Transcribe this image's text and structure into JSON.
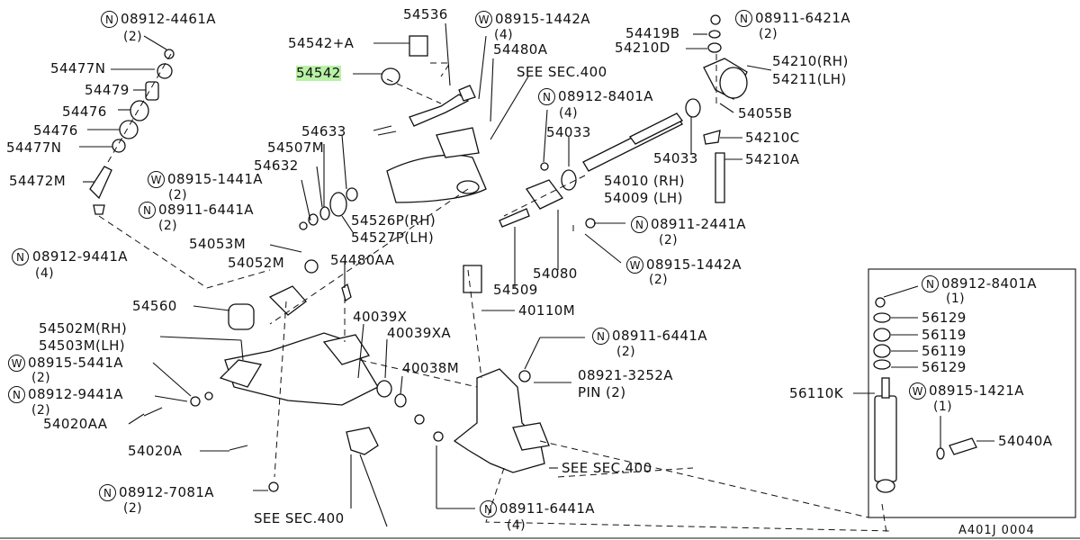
{
  "diagram_code": "A401J 0004",
  "parts": [
    {
      "id": "p54536",
      "text": "54536"
    },
    {
      "id": "p54542A",
      "text": "54542+A"
    },
    {
      "id": "p54542",
      "text": "54542"
    },
    {
      "id": "p54480A",
      "text": "54480A"
    },
    {
      "id": "pSee400a",
      "text": "SEE SEC.400"
    },
    {
      "id": "p54419B",
      "text": "54419B"
    },
    {
      "id": "p54210D",
      "text": "54210D"
    },
    {
      "id": "p54210RH",
      "text": "54210(RH)"
    },
    {
      "id": "p54211LH",
      "text": "54211(LH)"
    },
    {
      "id": "p54055B",
      "text": "54055B"
    },
    {
      "id": "p54210C",
      "text": "54210C"
    },
    {
      "id": "p54210A",
      "text": "54210A"
    },
    {
      "id": "p54033a",
      "text": "54033"
    },
    {
      "id": "p54033b",
      "text": "54033"
    },
    {
      "id": "p54010RH",
      "text": "54010 (RH)"
    },
    {
      "id": "p54009LH",
      "text": "54009 (LH)"
    },
    {
      "id": "p54477Na",
      "text": "54477N"
    },
    {
      "id": "p54479",
      "text": "54479"
    },
    {
      "id": "p54476a",
      "text": "54476"
    },
    {
      "id": "p54476b",
      "text": "54476"
    },
    {
      "id": "p54477Nb",
      "text": "54477N"
    },
    {
      "id": "p54472M",
      "text": "54472M"
    },
    {
      "id": "p54633",
      "text": "54633"
    },
    {
      "id": "p54507M",
      "text": "54507M"
    },
    {
      "id": "p54632",
      "text": "54632"
    },
    {
      "id": "p54526P",
      "text": "54526P(RH)"
    },
    {
      "id": "p54527P",
      "text": "54527P(LH)"
    },
    {
      "id": "p54053M",
      "text": "54053M"
    },
    {
      "id": "p54052M",
      "text": "54052M"
    },
    {
      "id": "p54480AA",
      "text": "54480AA"
    },
    {
      "id": "p54509",
      "text": "54509"
    },
    {
      "id": "p54080",
      "text": "54080"
    },
    {
      "id": "p40110M",
      "text": "40110M"
    },
    {
      "id": "p54560",
      "text": "54560"
    },
    {
      "id": "p54502M",
      "text": "54502M(RH)"
    },
    {
      "id": "p54503M",
      "text": "54503M(LH)"
    },
    {
      "id": "p40039X",
      "text": "40039X"
    },
    {
      "id": "p40039XA",
      "text": "40039XA"
    },
    {
      "id": "p40038M",
      "text": "40038M"
    },
    {
      "id": "p08921",
      "text": "08921-3252A"
    },
    {
      "id": "pPin",
      "text": "PIN (2)"
    },
    {
      "id": "p54020AA",
      "text": "54020AA"
    },
    {
      "id": "p54020A",
      "text": "54020A"
    },
    {
      "id": "pSee400b",
      "text": "SEE SEC.400"
    },
    {
      "id": "pSee400c",
      "text": "SEE SEC.400"
    },
    {
      "id": "p56129a",
      "text": "56129"
    },
    {
      "id": "p56119a",
      "text": "56119"
    },
    {
      "id": "p56119b",
      "text": "56119"
    },
    {
      "id": "p56129b",
      "text": "56129"
    },
    {
      "id": "p56110K",
      "text": "56110K"
    },
    {
      "id": "p54040A",
      "text": "54040A"
    }
  ],
  "fasteners": [
    {
      "id": "f1",
      "type": "N",
      "number": "08912-4461A",
      "qty": "(2)"
    },
    {
      "id": "f2",
      "type": "W",
      "number": "08915-1442A",
      "qty": "(4)"
    },
    {
      "id": "f3",
      "type": "N",
      "number": "08911-6421A",
      "qty": "(2)"
    },
    {
      "id": "f4",
      "type": "N",
      "number": "08912-8401A",
      "qty": "(4)"
    },
    {
      "id": "f5",
      "type": "W",
      "number": "08915-1441A",
      "qty": "(2)"
    },
    {
      "id": "f6",
      "type": "N",
      "number": "08911-6441A",
      "qty": "(2)"
    },
    {
      "id": "f7",
      "type": "N",
      "number": "08911-2441A",
      "qty": "(2)"
    },
    {
      "id": "f8",
      "type": "N",
      "number": "08912-9441A",
      "qty": "(4)"
    },
    {
      "id": "f9",
      "type": "W",
      "number": "08915-1442A",
      "qty": "(2)"
    },
    {
      "id": "f10",
      "type": "N",
      "number": "08911-6441A",
      "qty": "(2)"
    },
    {
      "id": "f11",
      "type": "W",
      "number": "08915-5441A",
      "qty": "(2)"
    },
    {
      "id": "f12",
      "type": "N",
      "number": "08912-9441A",
      "qty": "(2)"
    },
    {
      "id": "f13",
      "type": "N",
      "number": "08912-7081A",
      "qty": "(2)"
    },
    {
      "id": "f14",
      "type": "N",
      "number": "08911-6441A",
      "qty": "(4)"
    },
    {
      "id": "f15",
      "type": "N",
      "number": "08912-8401A",
      "qty": "(1)"
    },
    {
      "id": "f16",
      "type": "W",
      "number": "08915-1421A",
      "qty": "(1)"
    }
  ]
}
